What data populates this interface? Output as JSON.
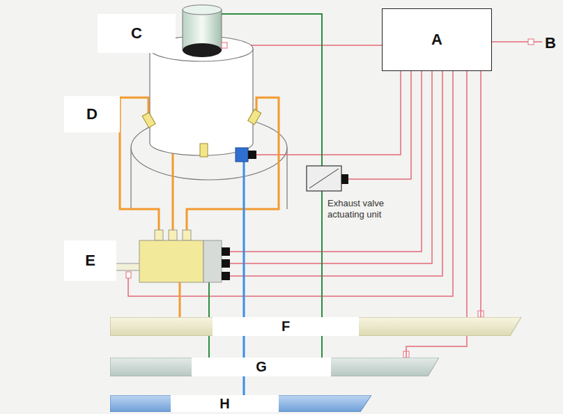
{
  "diagram": {
    "nodes": [
      {
        "text": [
          "A"
        ]
      },
      {
        "text": [
          "F"
        ]
      },
      {
        "text": [
          "G"
        ]
      },
      {
        "text": [
          "H"
        ]
      }
    ],
    "edges": [
      {
        "from": 0,
        "to": 1,
        "arrow": "none"
      },
      {
        "from": 0,
        "to": 2,
        "arrow": "none"
      }
    ],
    "labels": [
      "B",
      "C",
      "D",
      "E",
      "Exhaust valve actuating unit"
    ]
  }
}
